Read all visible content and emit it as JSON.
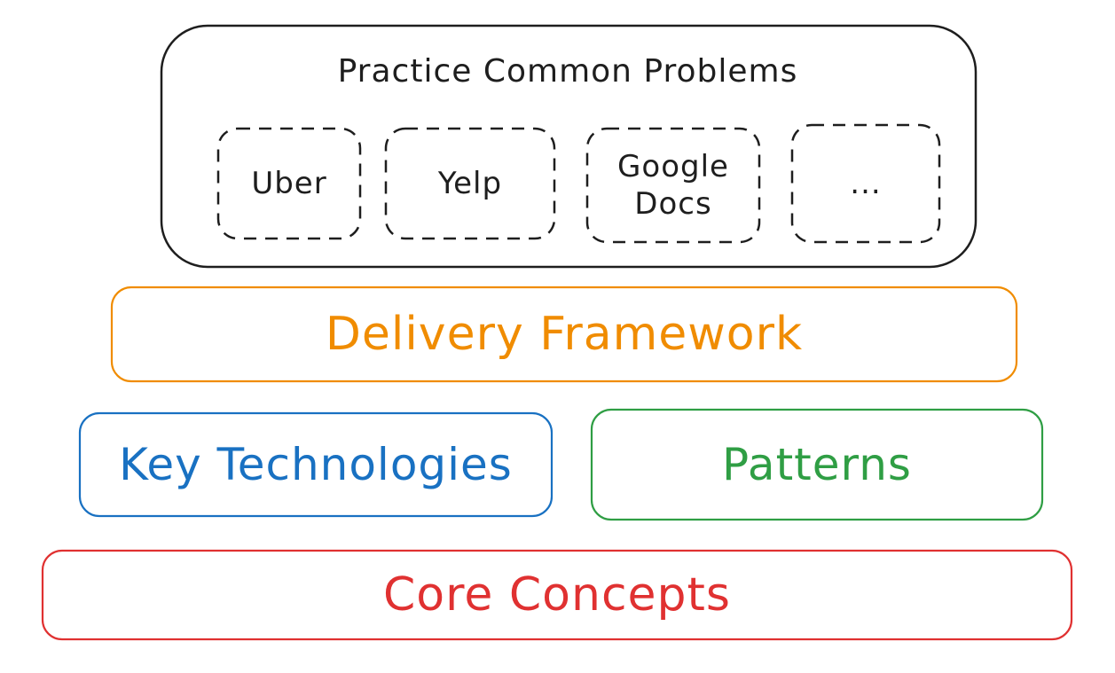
{
  "practice": {
    "title": "Practice Common Problems",
    "problems": [
      "Uber",
      "Yelp",
      "Google Docs",
      "..."
    ]
  },
  "layers": {
    "delivery": "Delivery Framework",
    "key_technologies": "Key Technologies",
    "patterns": "Patterns",
    "core_concepts": "Core Concepts"
  },
  "colors": {
    "practice": "#1e1e1e",
    "delivery": "#f08c00",
    "key_technologies": "#1971c2",
    "patterns": "#2f9e44",
    "core_concepts": "#e03131"
  }
}
